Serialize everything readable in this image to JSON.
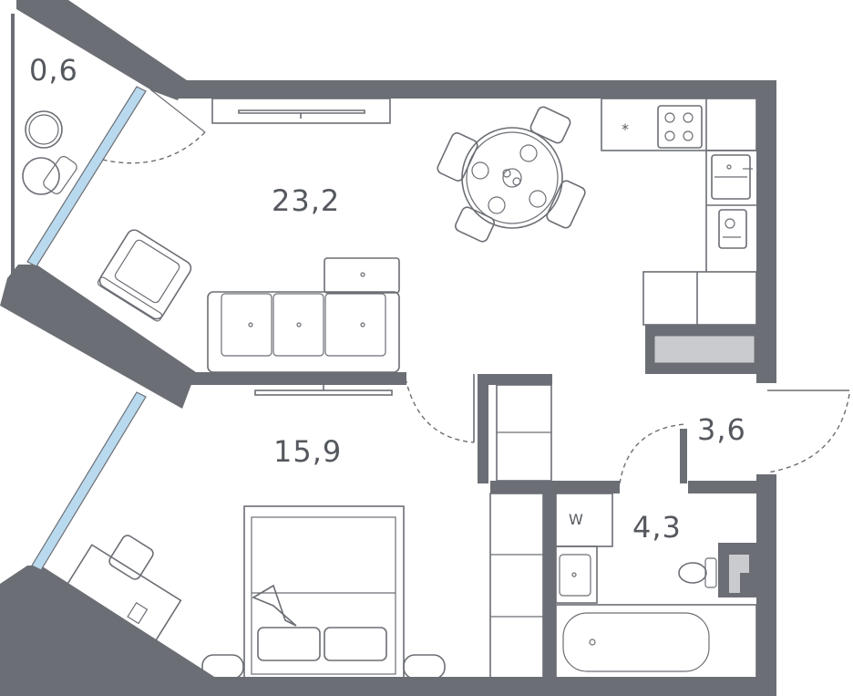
{
  "rooms": {
    "balcony": {
      "area": "0,6"
    },
    "living_kitchen": {
      "area": "23,2"
    },
    "bedroom": {
      "area": "15,9"
    },
    "hallway": {
      "area": "3,6"
    },
    "bathroom": {
      "area": "4,3"
    }
  },
  "symbols": {
    "washer": "W",
    "hood": "*"
  },
  "colors": {
    "wall": "#6b6e74",
    "glass": "#b9d9ee",
    "background": "#ffffff"
  }
}
